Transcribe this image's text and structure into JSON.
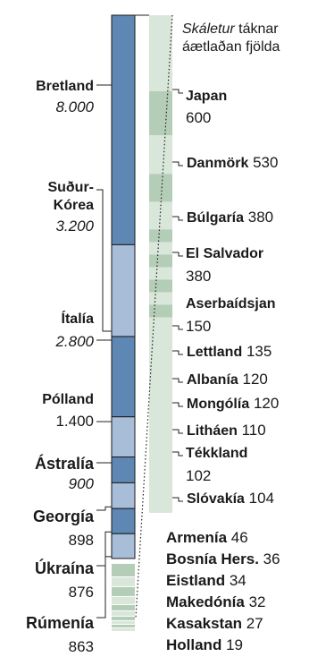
{
  "colors": {
    "dark_blue": "#5f87b3",
    "light_blue": "#a8bdd8",
    "dark_green": "#b4cdb7",
    "light_green": "#d9e6da",
    "outline": "#1a1a1a",
    "leader": "#222222"
  },
  "note": {
    "line1_italic": "Skáletur",
    "line1_rest": " táknar",
    "line2": "áætlaðan fjölda"
  },
  "chart_data": {
    "type": "stacked-bar",
    "left_column": [
      {
        "name": "Bretland",
        "value": 8000,
        "value_label": "8.000",
        "estimated": true,
        "name_bold": true
      },
      {
        "name": "Suður-Kórea",
        "name_lines": [
          "Suður-",
          "Kórea"
        ],
        "value": 3200,
        "value_label": "3.200",
        "estimated": true,
        "name_bold": true
      },
      {
        "name": "Ítalía",
        "value": 2800,
        "value_label": "2.800",
        "estimated": true,
        "name_bold": true
      },
      {
        "name": "Pólland",
        "value": 1400,
        "value_label": "1.400",
        "estimated": false,
        "name_bold": true
      },
      {
        "name": "Ástralía",
        "value": 900,
        "value_label": "900",
        "estimated": true,
        "name_bold": true
      },
      {
        "name": "Georgía",
        "value": 898,
        "value_label": "898",
        "estimated": false,
        "name_bold": true
      },
      {
        "name": "Úkraína",
        "value": 876,
        "value_label": "876",
        "estimated": false,
        "name_bold": true
      },
      {
        "name": "Rúmenía",
        "value": 863,
        "value_label": "863",
        "estimated": false,
        "name_bold": true
      }
    ],
    "right_column": [
      {
        "name": "Japan",
        "value": 600,
        "value_label": "600",
        "name_bold": true
      },
      {
        "name": "Danmörk",
        "value": 530,
        "value_label": "530",
        "name_bold": true
      },
      {
        "name": "Búlgaría",
        "value": 380,
        "value_label": "380",
        "name_bold": true
      },
      {
        "name": "El Salvador",
        "value": 380,
        "value_label": "380",
        "name_bold": true
      },
      {
        "name": "Aserbaídsjan",
        "value": 150,
        "value_label": "150",
        "name_bold": true
      },
      {
        "name": "Lettland",
        "value": 135,
        "value_label": "135",
        "name_bold": true
      },
      {
        "name": "Albanía",
        "value": 120,
        "value_label": "120",
        "name_bold": true
      },
      {
        "name": "Mongólía",
        "value": 120,
        "value_label": "120",
        "name_bold": true
      },
      {
        "name": "Litháen",
        "value": 110,
        "value_label": "110",
        "name_bold": true
      },
      {
        "name": "Tékkland",
        "value": 102,
        "value_label": "102",
        "name_bold": true
      },
      {
        "name": "Slóvakía",
        "value": 104,
        "value_label": "104",
        "name_bold": true
      }
    ],
    "small_list": [
      {
        "name": "Armenía",
        "value": 46,
        "value_label": "46"
      },
      {
        "name": "Bosnía Hers.",
        "value": 36,
        "value_label": "36"
      },
      {
        "name": "Eistland",
        "value": 34,
        "value_label": "34"
      },
      {
        "name": "Makedónía",
        "value": 32,
        "value_label": "32"
      },
      {
        "name": "Kasakstan",
        "value": 27,
        "value_label": "27"
      },
      {
        "name": "Holland",
        "value": 19,
        "value_label": "19"
      }
    ]
  }
}
